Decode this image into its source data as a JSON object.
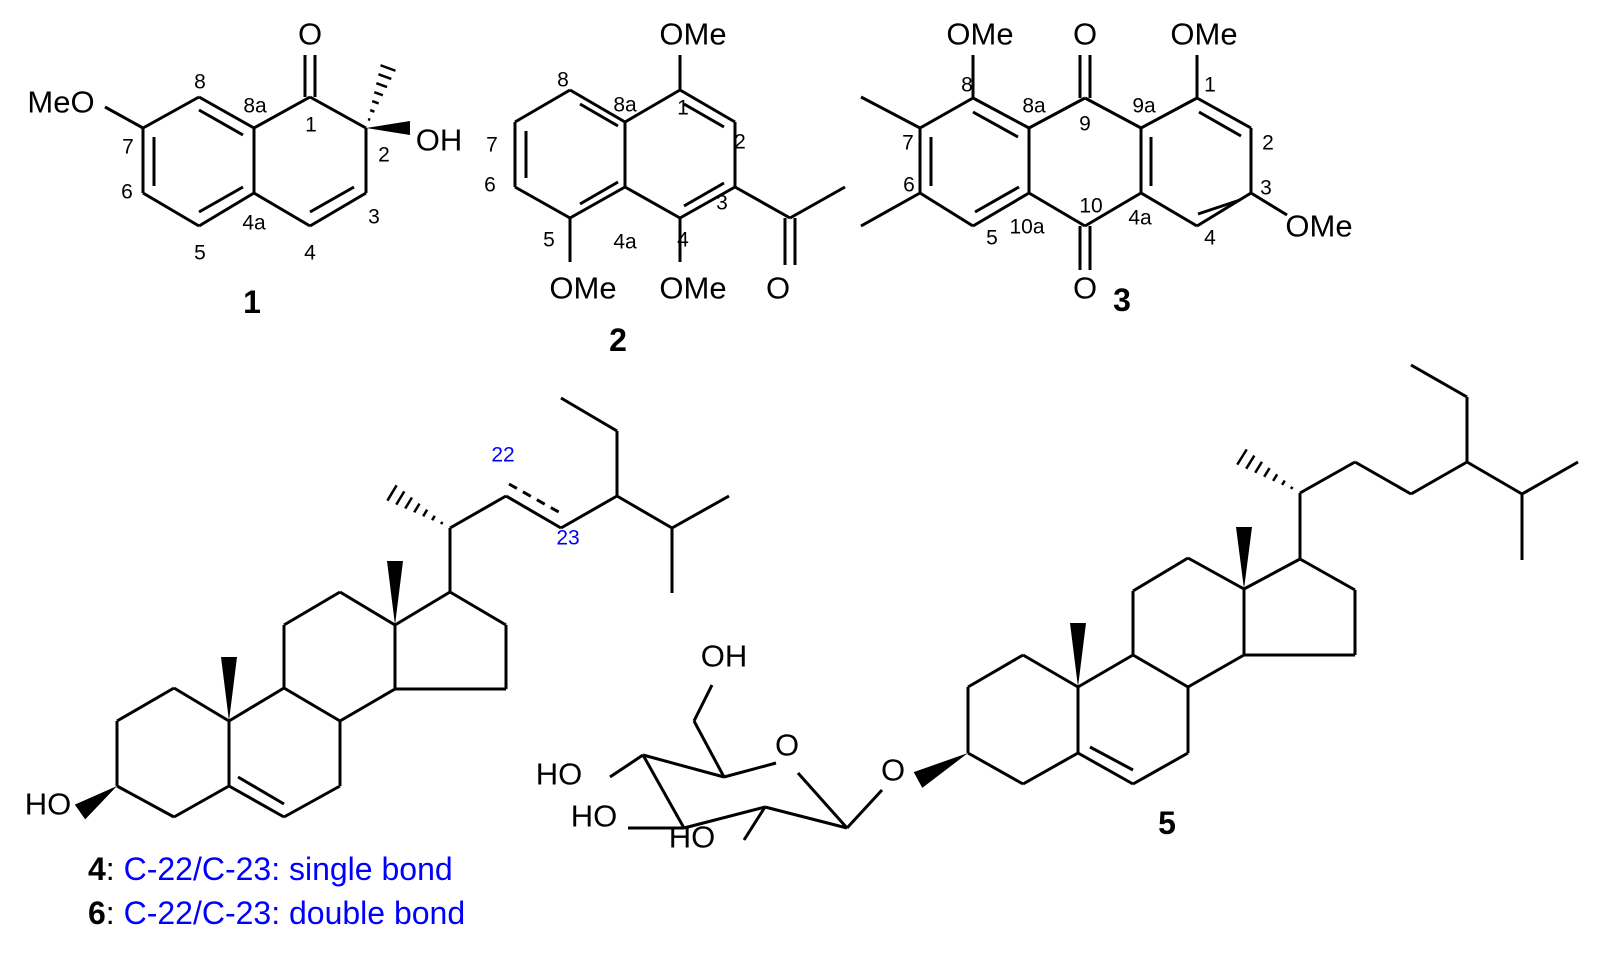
{
  "compounds": {
    "c1": {
      "id": "1",
      "atoms": {
        "O": "O",
        "OH": "OH",
        "MeO": "MeO"
      },
      "locants": [
        "8",
        "8a",
        "1",
        "2",
        "7",
        "6",
        "3",
        "5",
        "4a",
        "4"
      ]
    },
    "c2": {
      "id": "2",
      "atoms": {
        "OMe1": "OMe",
        "OMe4": "OMe",
        "OMe5": "OMe",
        "O": "O"
      },
      "locants": [
        "8",
        "8a",
        "1",
        "2",
        "7",
        "6",
        "3",
        "5",
        "4a",
        "4"
      ]
    },
    "c3": {
      "id": "3",
      "atoms": {
        "OMe8": "OMe",
        "O9": "O",
        "OMe1": "OMe",
        "OMe3": "OMe",
        "O10": "O"
      },
      "locants": [
        "8",
        "7",
        "6",
        "8a",
        "9",
        "9a",
        "1",
        "2",
        "3",
        "4",
        "4a",
        "10",
        "10a",
        "5"
      ]
    },
    "c4": {
      "atoms": {
        "HO": "HO"
      },
      "locants": [
        "22",
        "23"
      ]
    },
    "c5": {
      "id": "5",
      "atoms": {
        "OH6": "OH",
        "Oring": "O",
        "HO4": "HO",
        "HO3": "HO",
        "HO2": "HO",
        "Oglyc": "O"
      }
    }
  },
  "captions": [
    {
      "id": "4",
      "sep": ": ",
      "text": "C-22/C-23: single bond"
    },
    {
      "id": "6",
      "sep": ": ",
      "text": "C-22/C-23: double bond"
    }
  ],
  "colors": {
    "bond": "#000000",
    "highlight": "#0000ff"
  }
}
